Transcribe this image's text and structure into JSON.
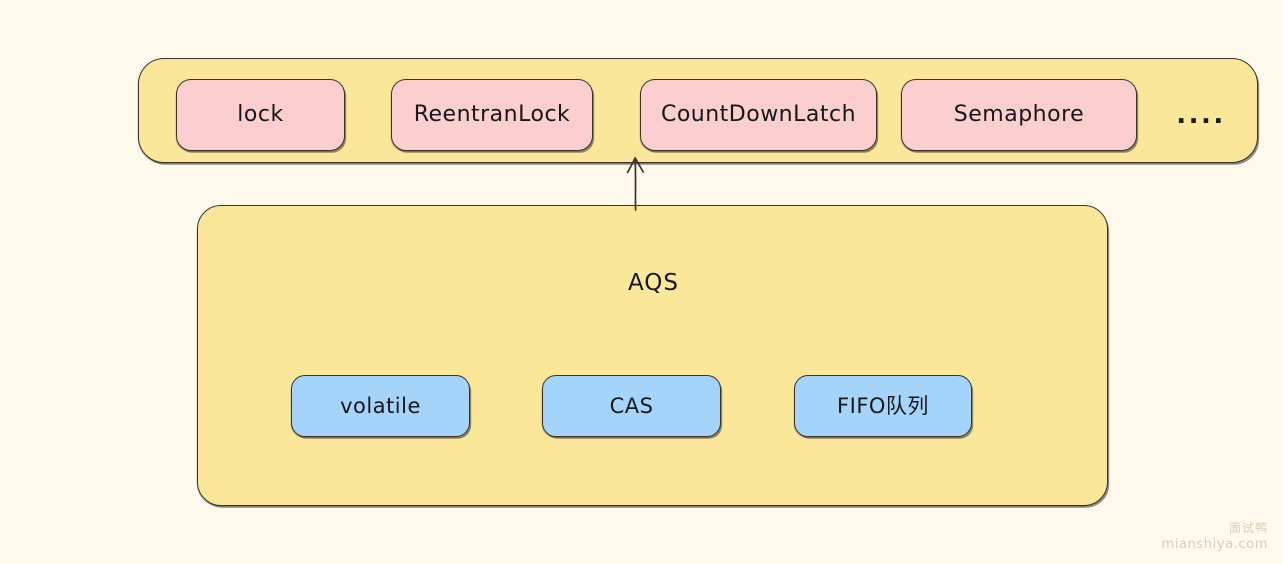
{
  "diagram": {
    "title": "AQS",
    "background_color": "#fdf9ed",
    "colors": {
      "container_yellow": "#fbe79a",
      "api_pink": "#fbcfd0",
      "primitive_blue": "#a5d4fb",
      "stroke": "#3b3229",
      "text": "#17171a",
      "watermark": "#d8cfb6"
    },
    "top_container": {
      "name": "lock-api-container",
      "items": [
        {
          "label": "lock"
        },
        {
          "label": "ReentranLock"
        },
        {
          "label": "CountDownLatch"
        },
        {
          "label": "Semaphore"
        }
      ],
      "ellipsis": "...."
    },
    "aqs": {
      "label": "AQS",
      "primitives": [
        {
          "label": "volatile"
        },
        {
          "label": "CAS"
        },
        {
          "label": "FIFO队列"
        }
      ]
    },
    "arrow": {
      "name": "aqs-implements-arrow",
      "direction": "up",
      "from": "AQS",
      "to": "lock-api-container"
    },
    "watermark": {
      "cn": "面试鸭",
      "en": "mianshiya.com"
    }
  }
}
